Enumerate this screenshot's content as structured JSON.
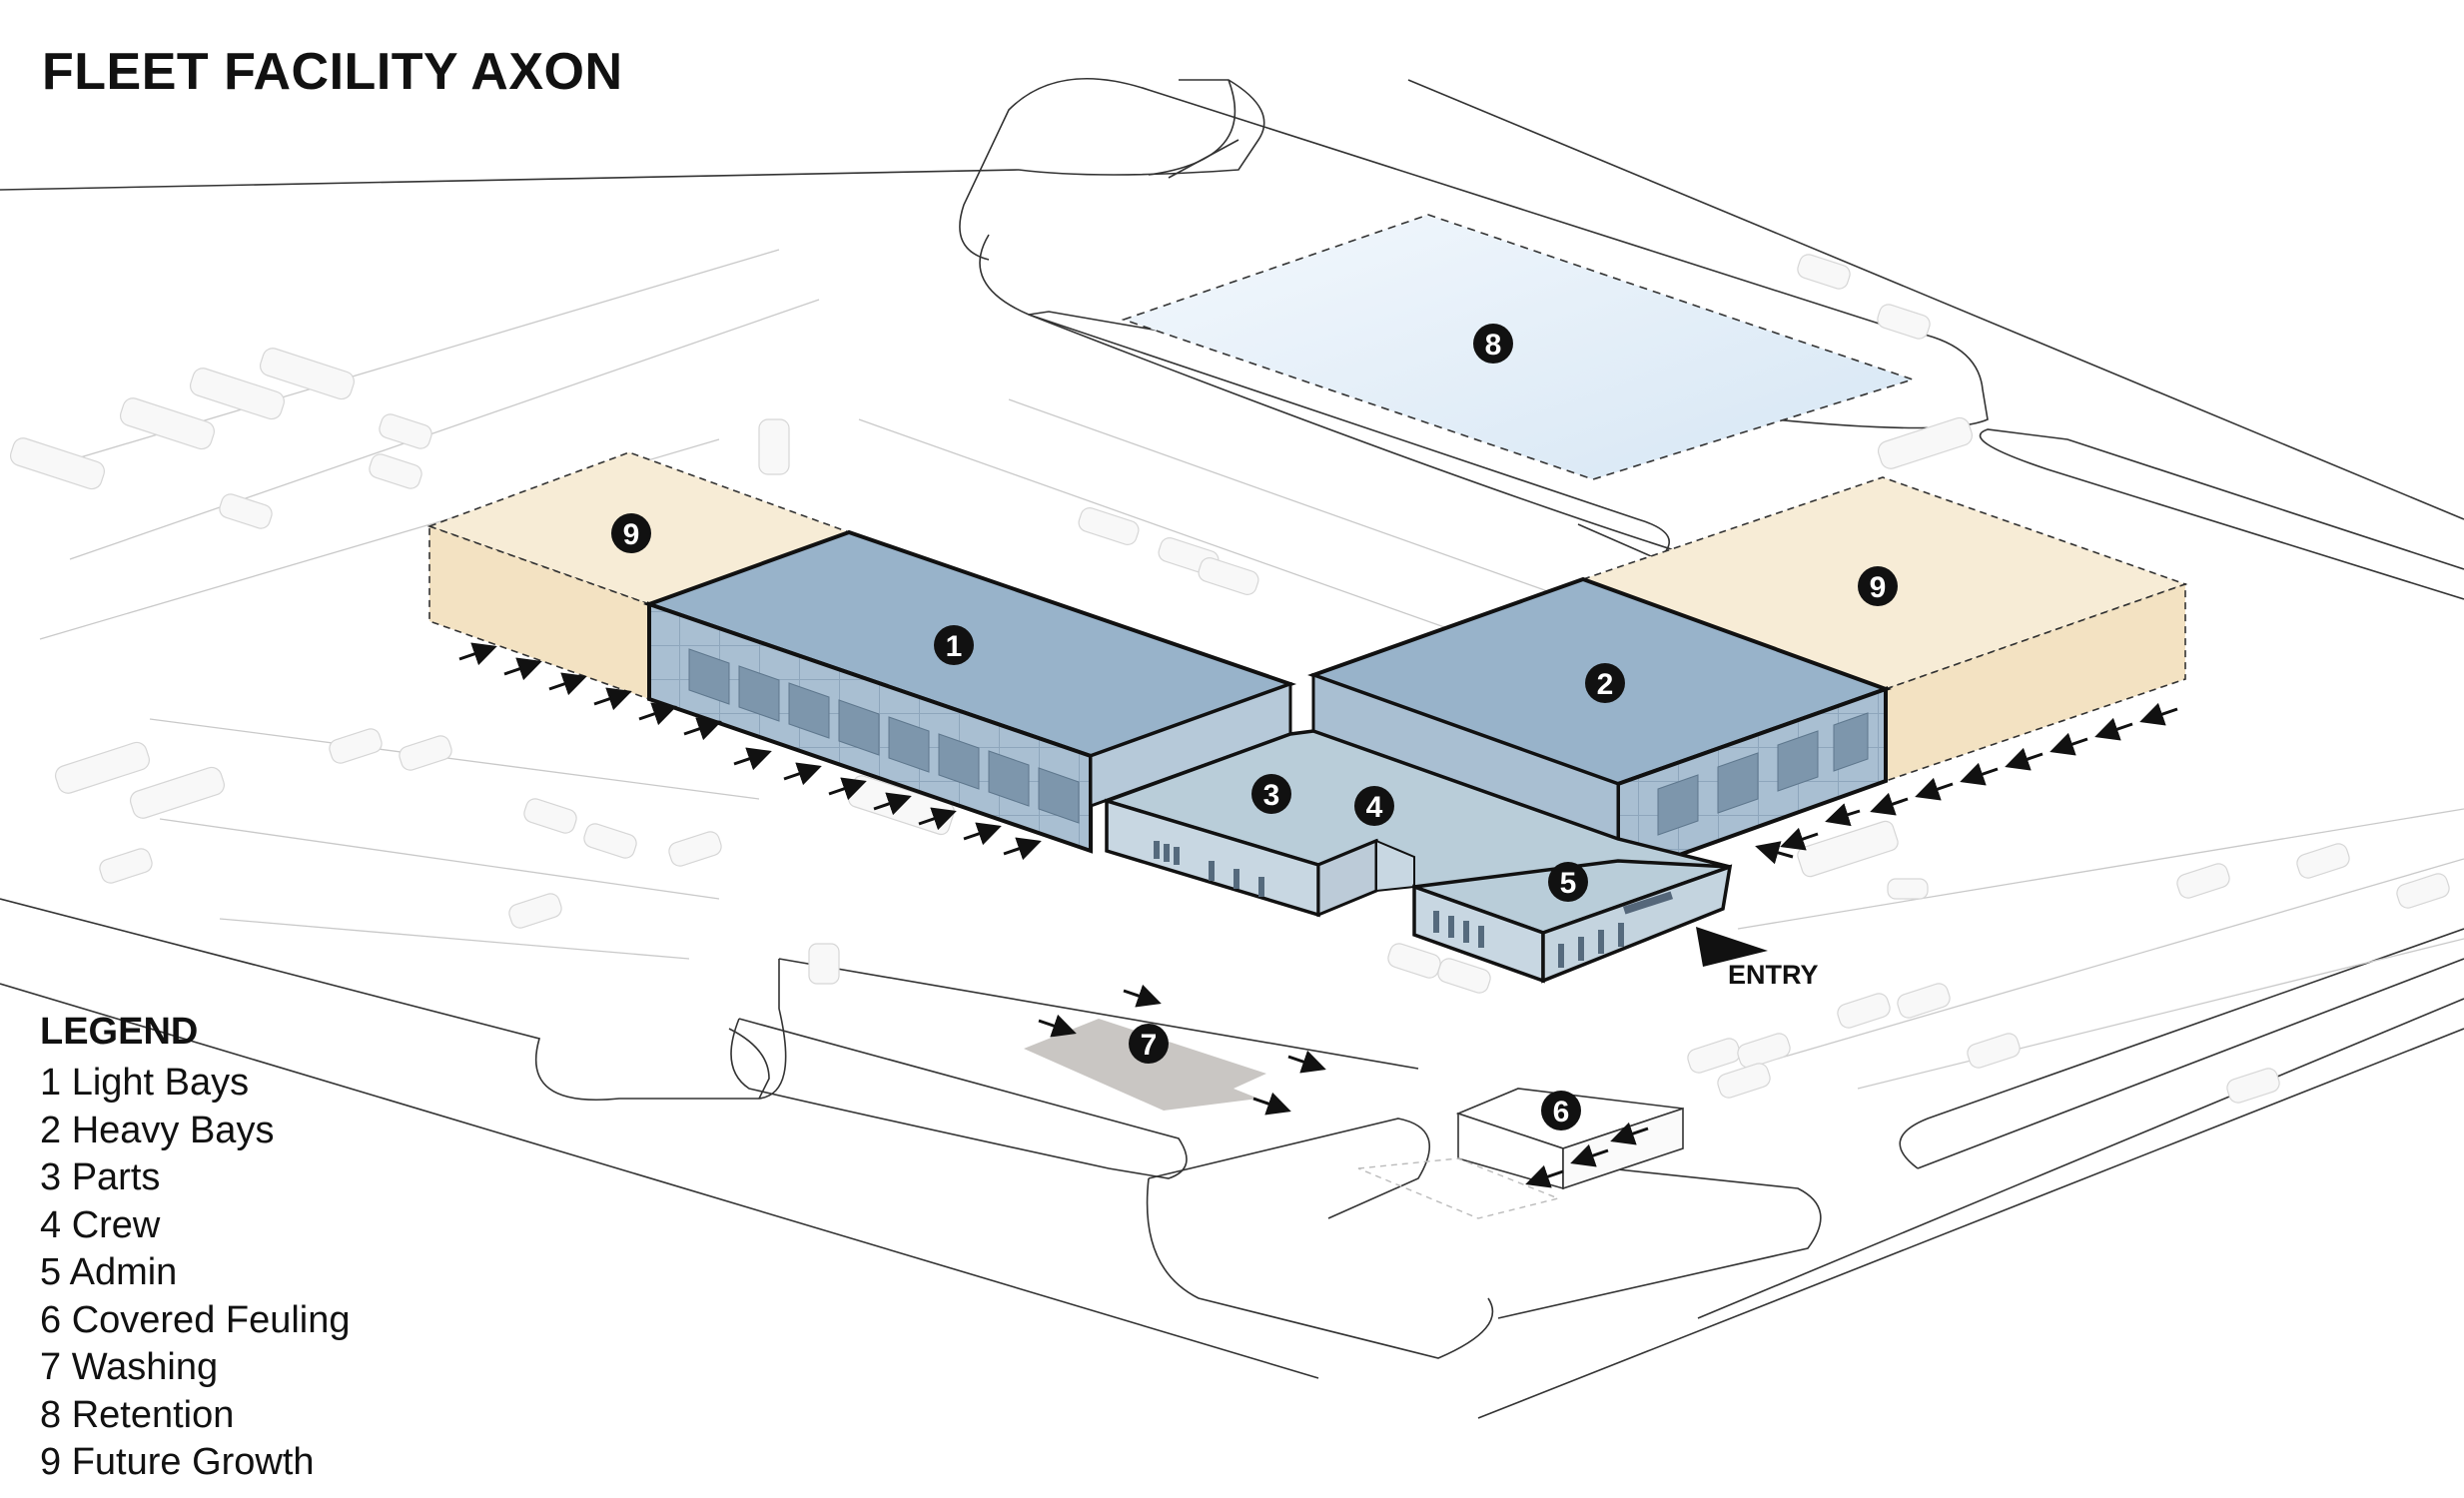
{
  "title": "FLEET FACILITY AXON",
  "legend": {
    "heading": "LEGEND",
    "items": [
      "1 Light Bays",
      "2 Heavy Bays",
      "3 Parts",
      "4 Crew",
      "5 Admin",
      "6 Covered Feuling",
      "7 Washing",
      "8 Retention",
      "9 Future Growth"
    ]
  },
  "markers": {
    "light_bays": "1",
    "heavy_bays": "2",
    "parts": "3",
    "crew": "4",
    "admin": "5",
    "covered_fueling": "6",
    "washing": "7",
    "retention": "8",
    "future_growth_west": "9",
    "future_growth_east": "9"
  },
  "entry_label": "ENTRY",
  "colors": {
    "building_roof": "#9bb5cb",
    "building_wall": "#aec3d5",
    "wing_roof": "#b9cddb",
    "future_growth": "#f6e6c8",
    "retention_pond": "#e3eef8",
    "washing_pad": "#c9c6c3",
    "badge": "#111111"
  }
}
